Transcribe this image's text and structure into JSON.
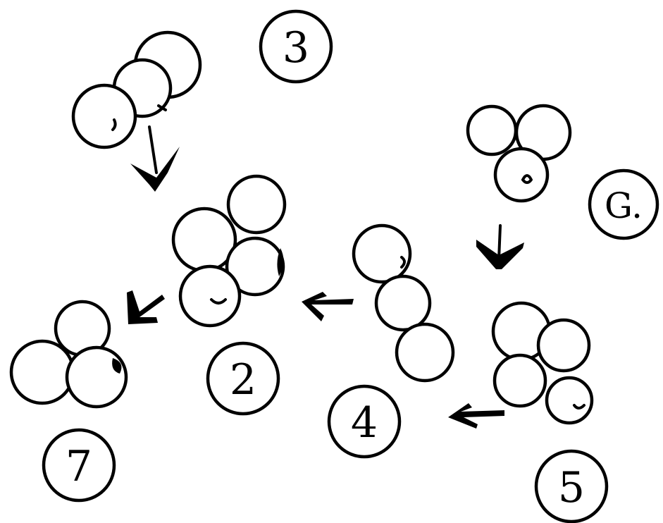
{
  "labels": {
    "c1": "7",
    "c2": "2",
    "c3": "3",
    "c4": "4",
    "c5": "5",
    "c6": "G."
  }
}
